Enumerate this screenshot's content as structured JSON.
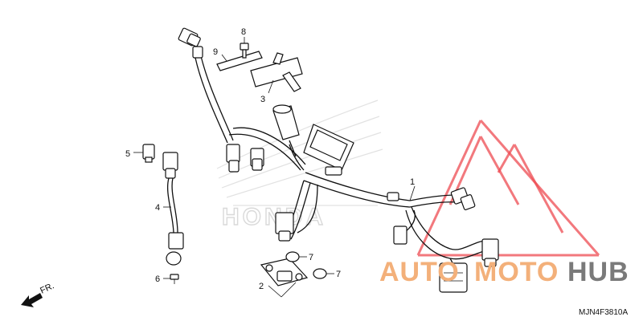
{
  "callouts": [
    "1",
    "2",
    "3",
    "4",
    "5",
    "6",
    "7",
    "7",
    "8",
    "9"
  ],
  "direction_label": "FR.",
  "diagram_code": "MJN4F3810A",
  "watermark": {
    "word_1": "AUTO",
    "word_2": "MOTO",
    "word_3": "HUB",
    "color_1": "#f3b07a",
    "color_2": "#7a7a7a",
    "triangle_color": "#ee4b52"
  },
  "background_emblem_text": "HONDA"
}
